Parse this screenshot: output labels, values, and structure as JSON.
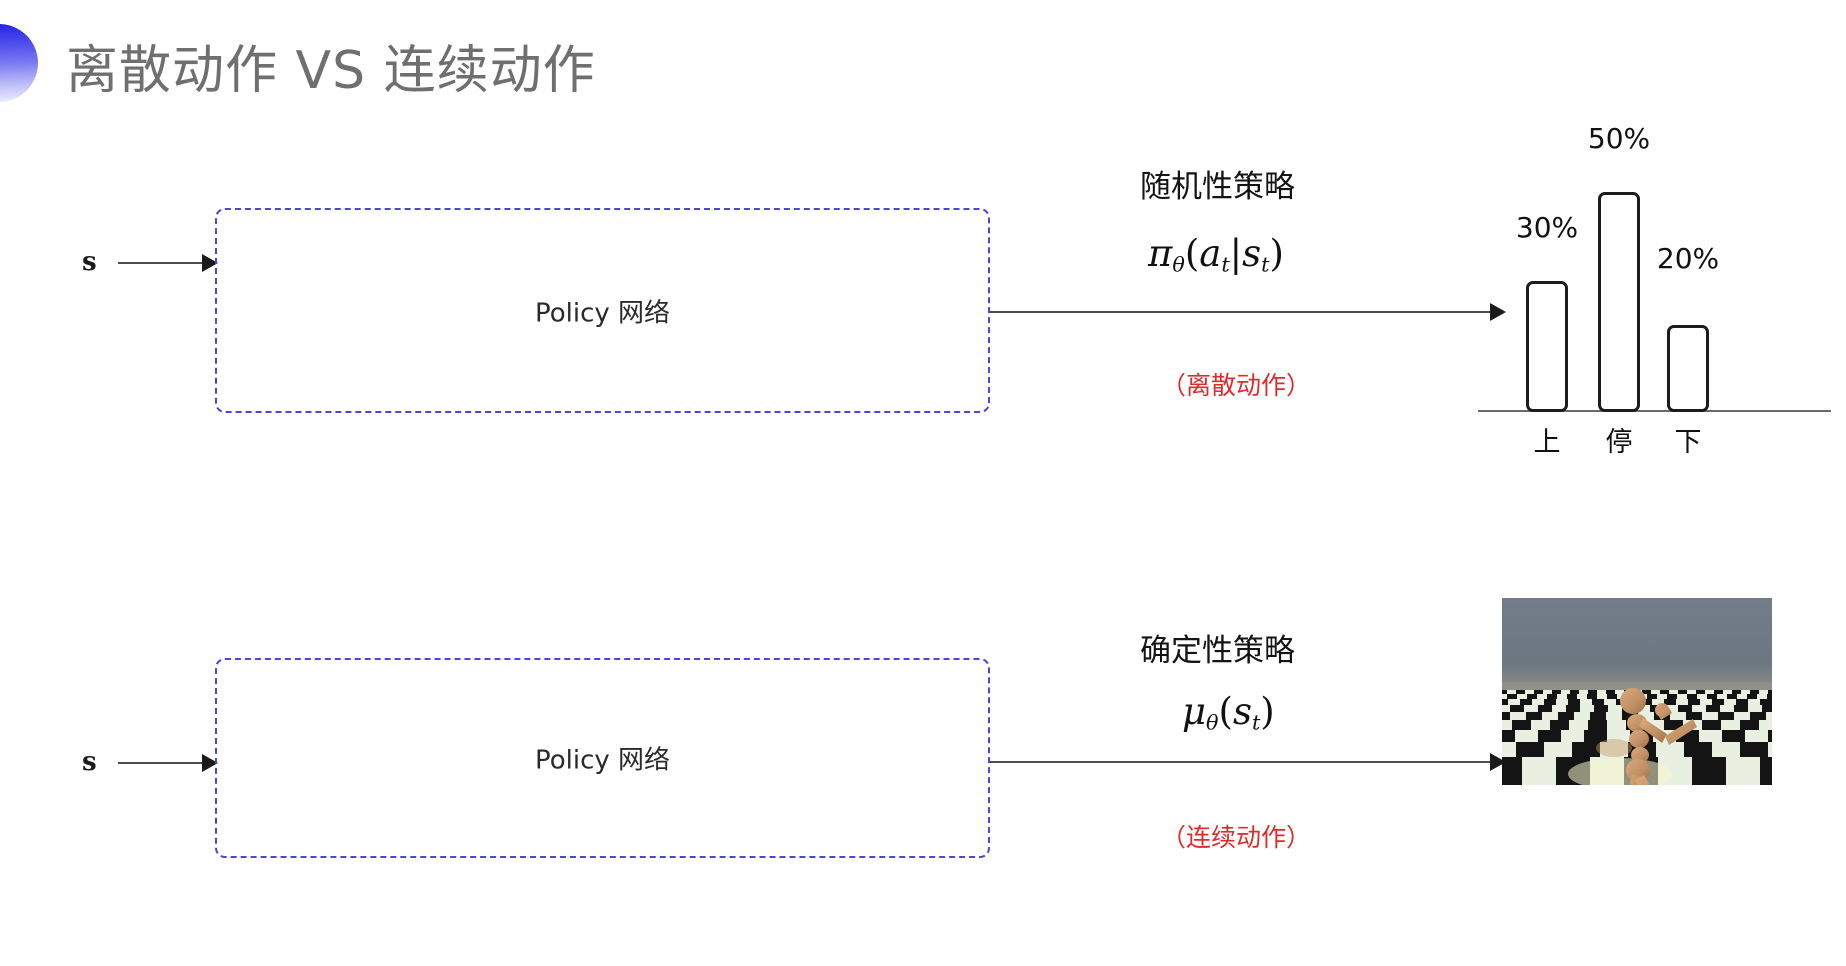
{
  "slide": {
    "title": "离散动作 VS 连续动作",
    "bullet_icon": "half-circle-gradient-icon",
    "accent_color": "#2424e3",
    "title_color": "#6f6f6f"
  },
  "rows": [
    {
      "id": "discrete",
      "input_label": "s",
      "box_label": "Policy 网络",
      "branch_title": "随机性策略",
      "formula": "πθ(at|st)",
      "formula_parts": {
        "fn": "π",
        "sub_fn": "θ",
        "open": "(",
        "arg1": "a",
        "sub1": "t",
        "bar": "|",
        "arg2": "s",
        "sub2": "t",
        "close": ")"
      },
      "note": "（离散动作）",
      "note_color": "#e02b2b",
      "output_kind": "bar-chart"
    },
    {
      "id": "continuous",
      "input_label": "s",
      "box_label": "Policy 网络",
      "branch_title": "确定性策略",
      "formula": "μθ(st)",
      "formula_parts": {
        "fn": "μ",
        "sub_fn": "θ",
        "open": "(",
        "arg1": "s",
        "sub1": "t",
        "close": ")"
      },
      "note": "（连续动作）",
      "note_color": "#e02b2b",
      "output_kind": "humanoid-sim-image"
    }
  ],
  "chart_data": {
    "type": "bar",
    "categories": [
      "上",
      "停",
      "下"
    ],
    "values": [
      30,
      50,
      20
    ],
    "value_labels": [
      "30%",
      "50%",
      "20%"
    ],
    "title": "",
    "xlabel": "",
    "ylabel": "",
    "ylim": [
      0,
      55
    ],
    "grid": false,
    "legend": "none",
    "bar_fill": "#ffffff",
    "bar_stroke": "#1c1c1c"
  },
  "sim": {
    "caption": "",
    "scene": "MuJoCo Humanoid on checkerboard floor",
    "sky_color": "#6e7884",
    "floor_light": "#e8f0e2",
    "floor_dark": "#141414",
    "body_color": "#c99a6f"
  }
}
